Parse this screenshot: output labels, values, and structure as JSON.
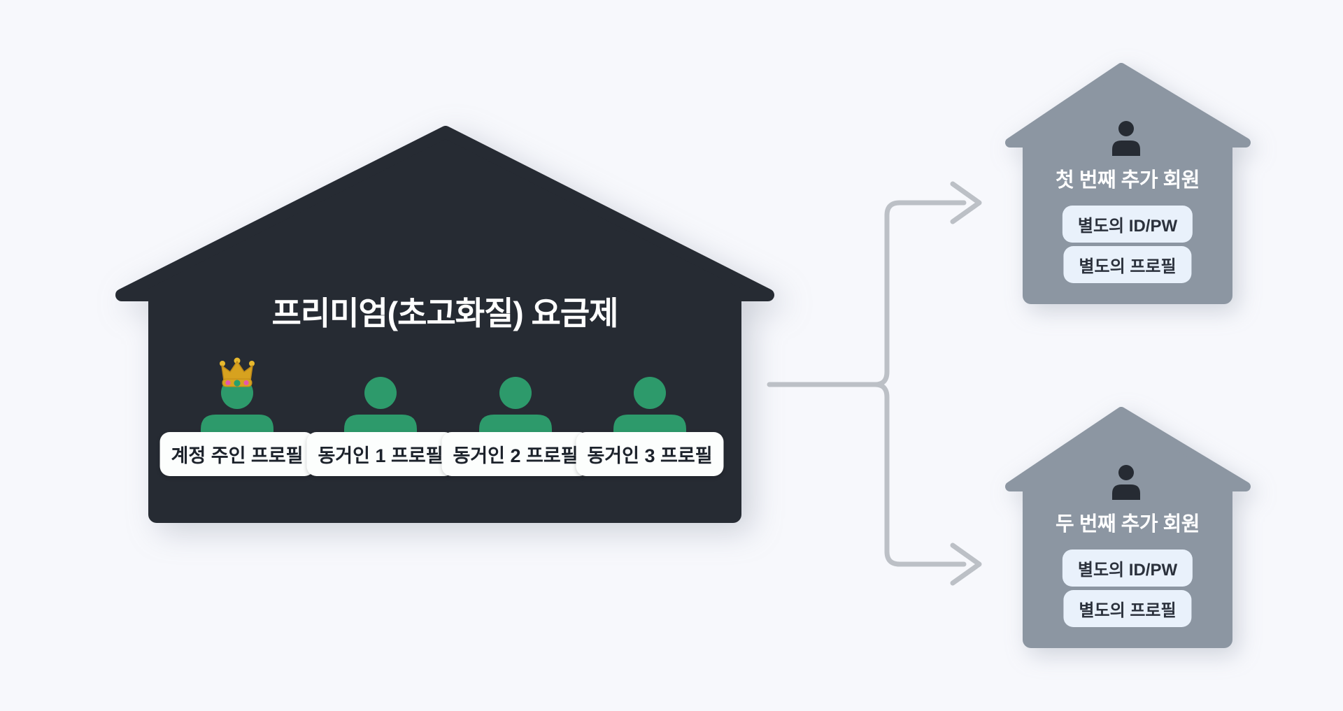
{
  "colors": {
    "bg": "#f7f8fc",
    "house_dark": "#262b33",
    "house_gray": "#8c96a2",
    "person_green": "#2d9a6b",
    "badge_bg": "#e9f1fb",
    "label_bg": "#fcfefd",
    "arrow": "#bcc0c6",
    "label_text": "#1c222b",
    "badge_text": "#2b313c",
    "white": "#ffffff"
  },
  "premium_house": {
    "title": "프리미엄(초고화질) 요금제",
    "members": [
      {
        "label": "계정 주인 프로필",
        "icon": "person-crown-icon"
      },
      {
        "label": "동거인 1 프로필",
        "icon": "person-icon"
      },
      {
        "label": "동거인 2 프로필",
        "icon": "person-icon"
      },
      {
        "label": "동거인 3 프로필",
        "icon": "person-icon"
      }
    ]
  },
  "extra_members": [
    {
      "title": "첫 번째 추가 회원",
      "badges": [
        "별도의 ID/PW",
        "별도의 프로필"
      ]
    },
    {
      "title": "두 번째 추가 회원",
      "badges": [
        "별도의 ID/PW",
        "별도의 프로필"
      ]
    }
  ]
}
